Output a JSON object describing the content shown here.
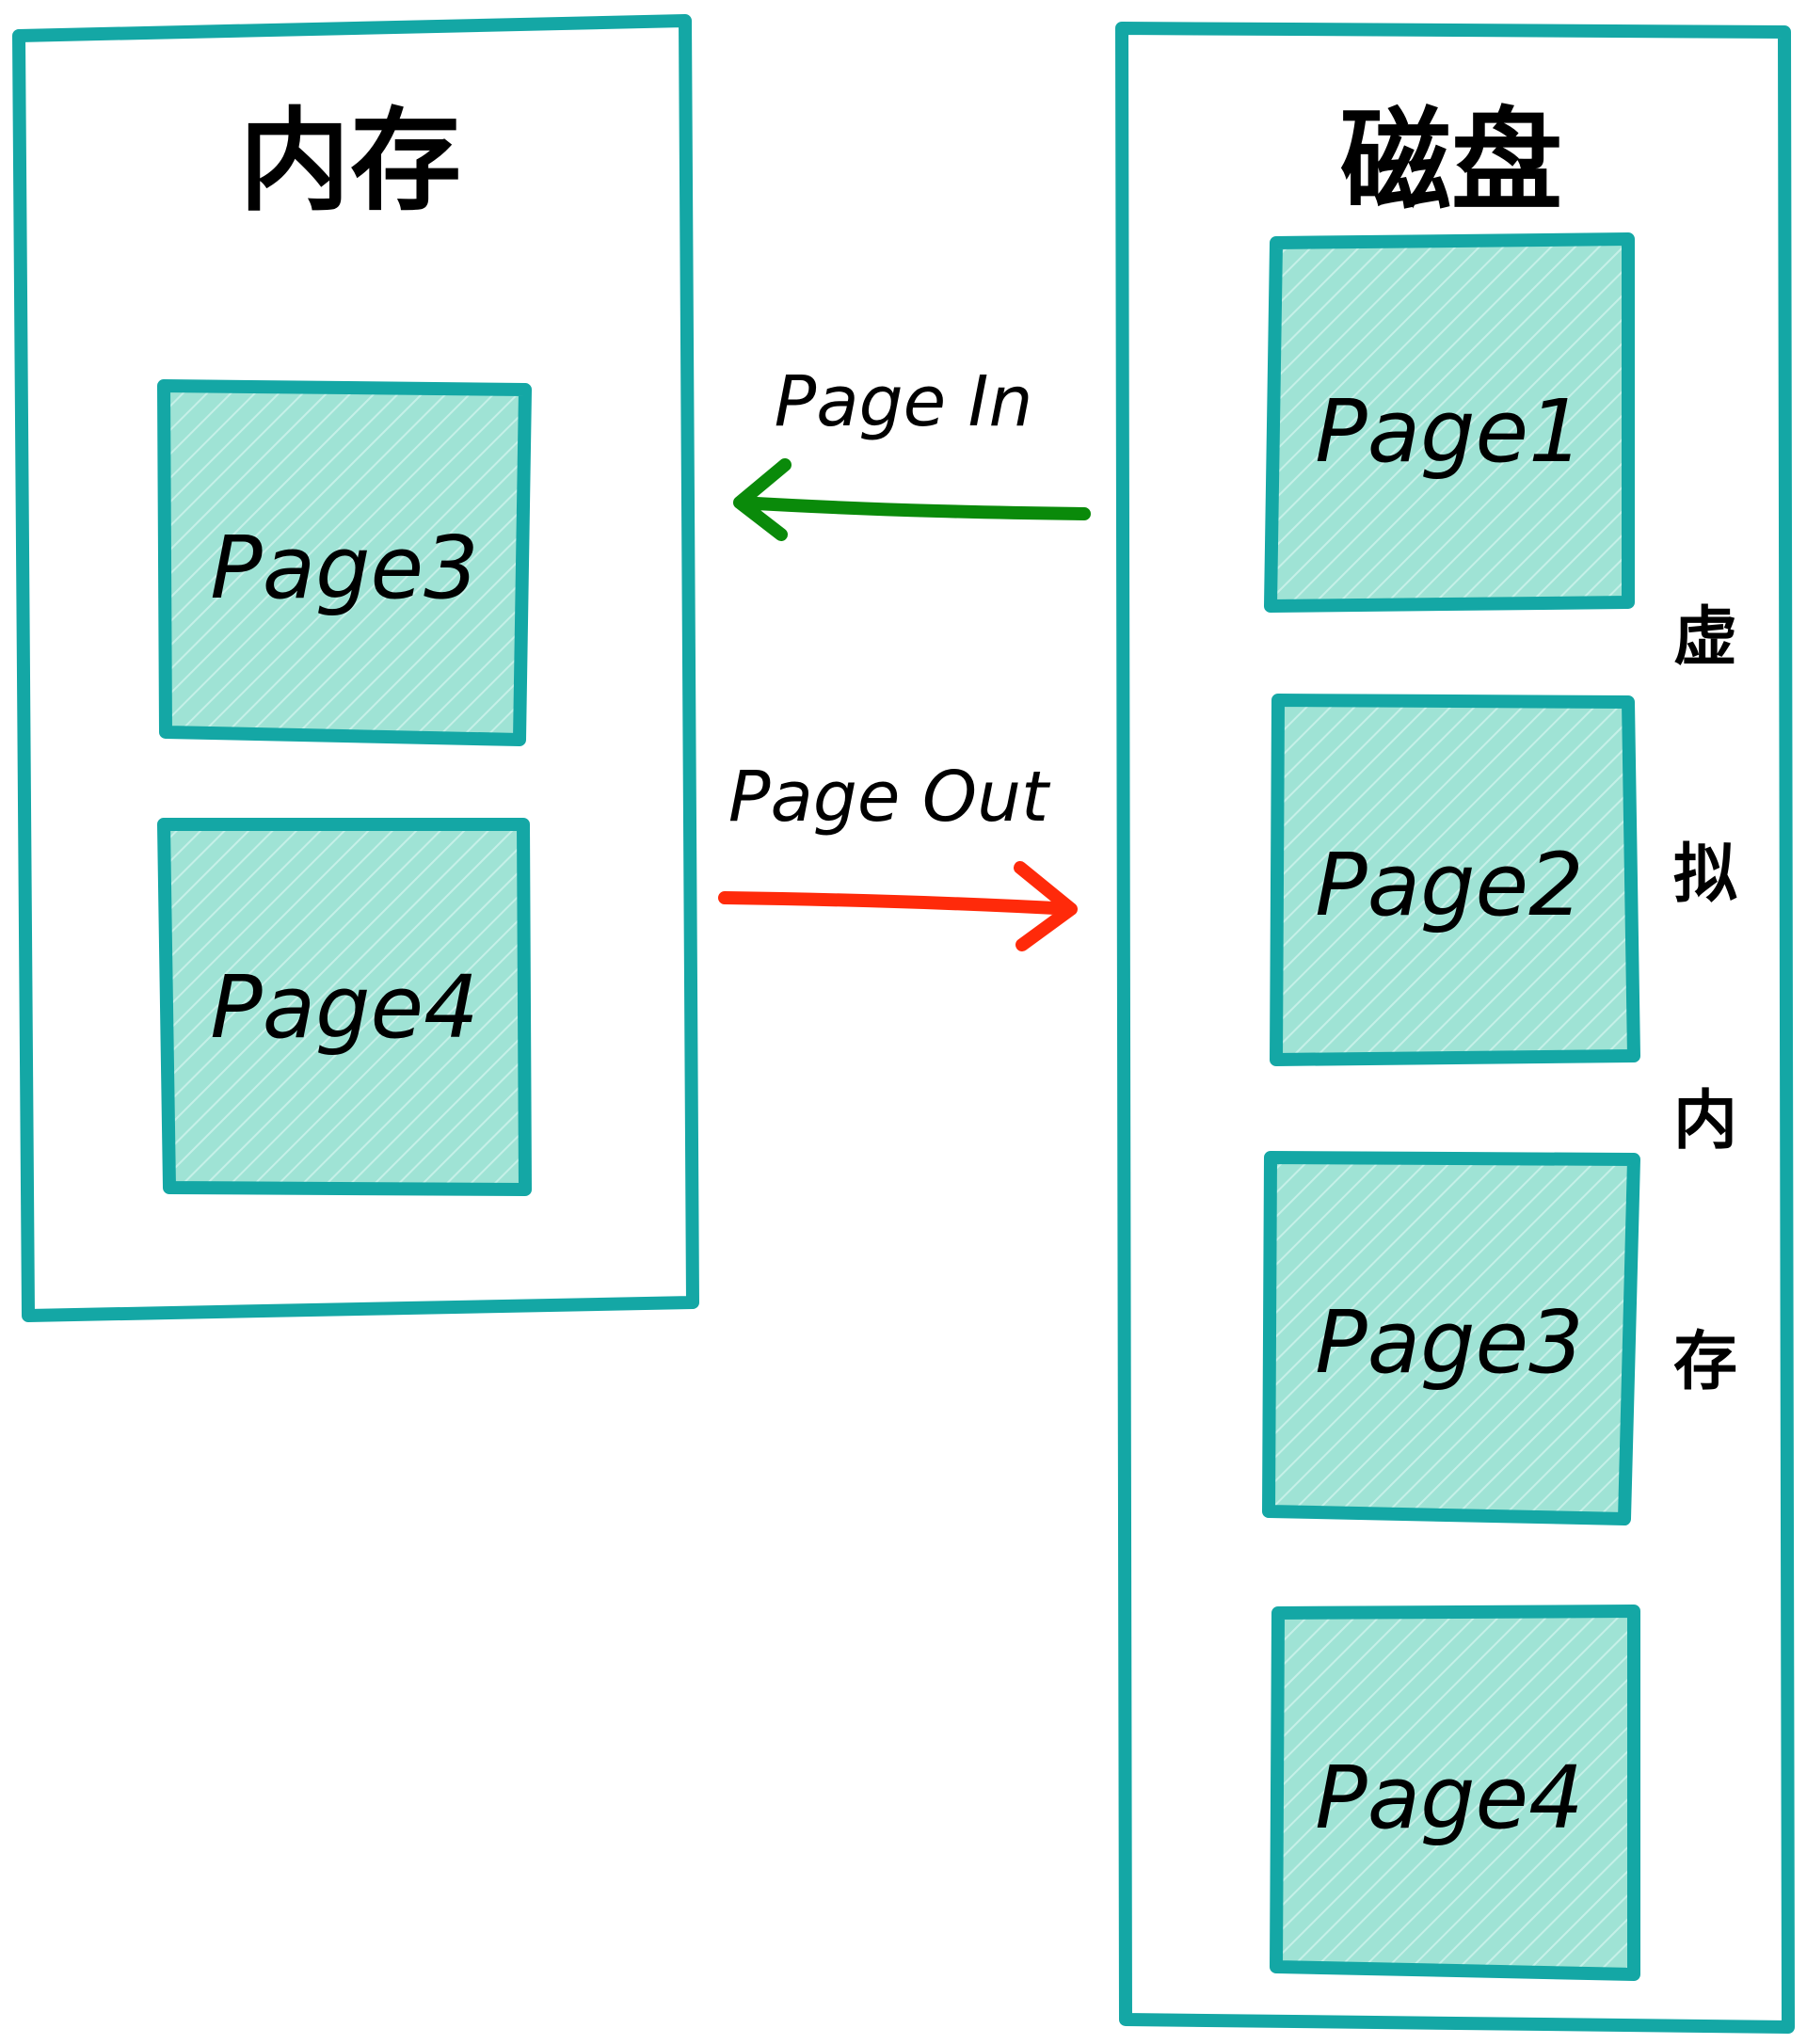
{
  "diagram": {
    "memory": {
      "title": "内存",
      "pages": [
        "Page3",
        "Page4"
      ]
    },
    "disk": {
      "title": "磁盘",
      "pages": [
        "Page1",
        "Page2",
        "Page3",
        "Page4"
      ],
      "side_label_chars": [
        "虚",
        "拟",
        "内",
        "存"
      ]
    },
    "arrows": {
      "page_in": {
        "label": "Page In",
        "color": "#0a8a0a"
      },
      "page_out": {
        "label": "Page Out",
        "color": "#ff2a0a"
      }
    },
    "colors": {
      "outline": "#14a7a5",
      "page_fill": "#9fe3d5",
      "text": "#000000"
    }
  }
}
